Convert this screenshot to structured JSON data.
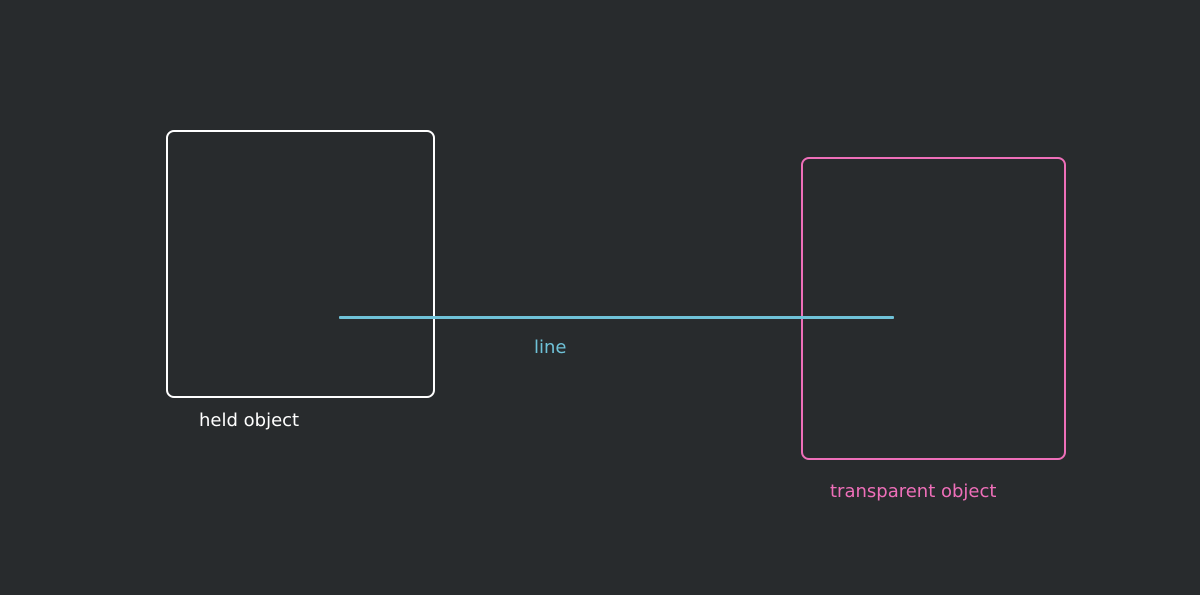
{
  "colors": {
    "background": "#282b2d",
    "held": "#ffffff",
    "line": "#6fc2d8",
    "transparent": "#ee6fb9"
  },
  "labels": {
    "held_object": "held object",
    "line": "line",
    "transparent_object": "transparent object"
  }
}
